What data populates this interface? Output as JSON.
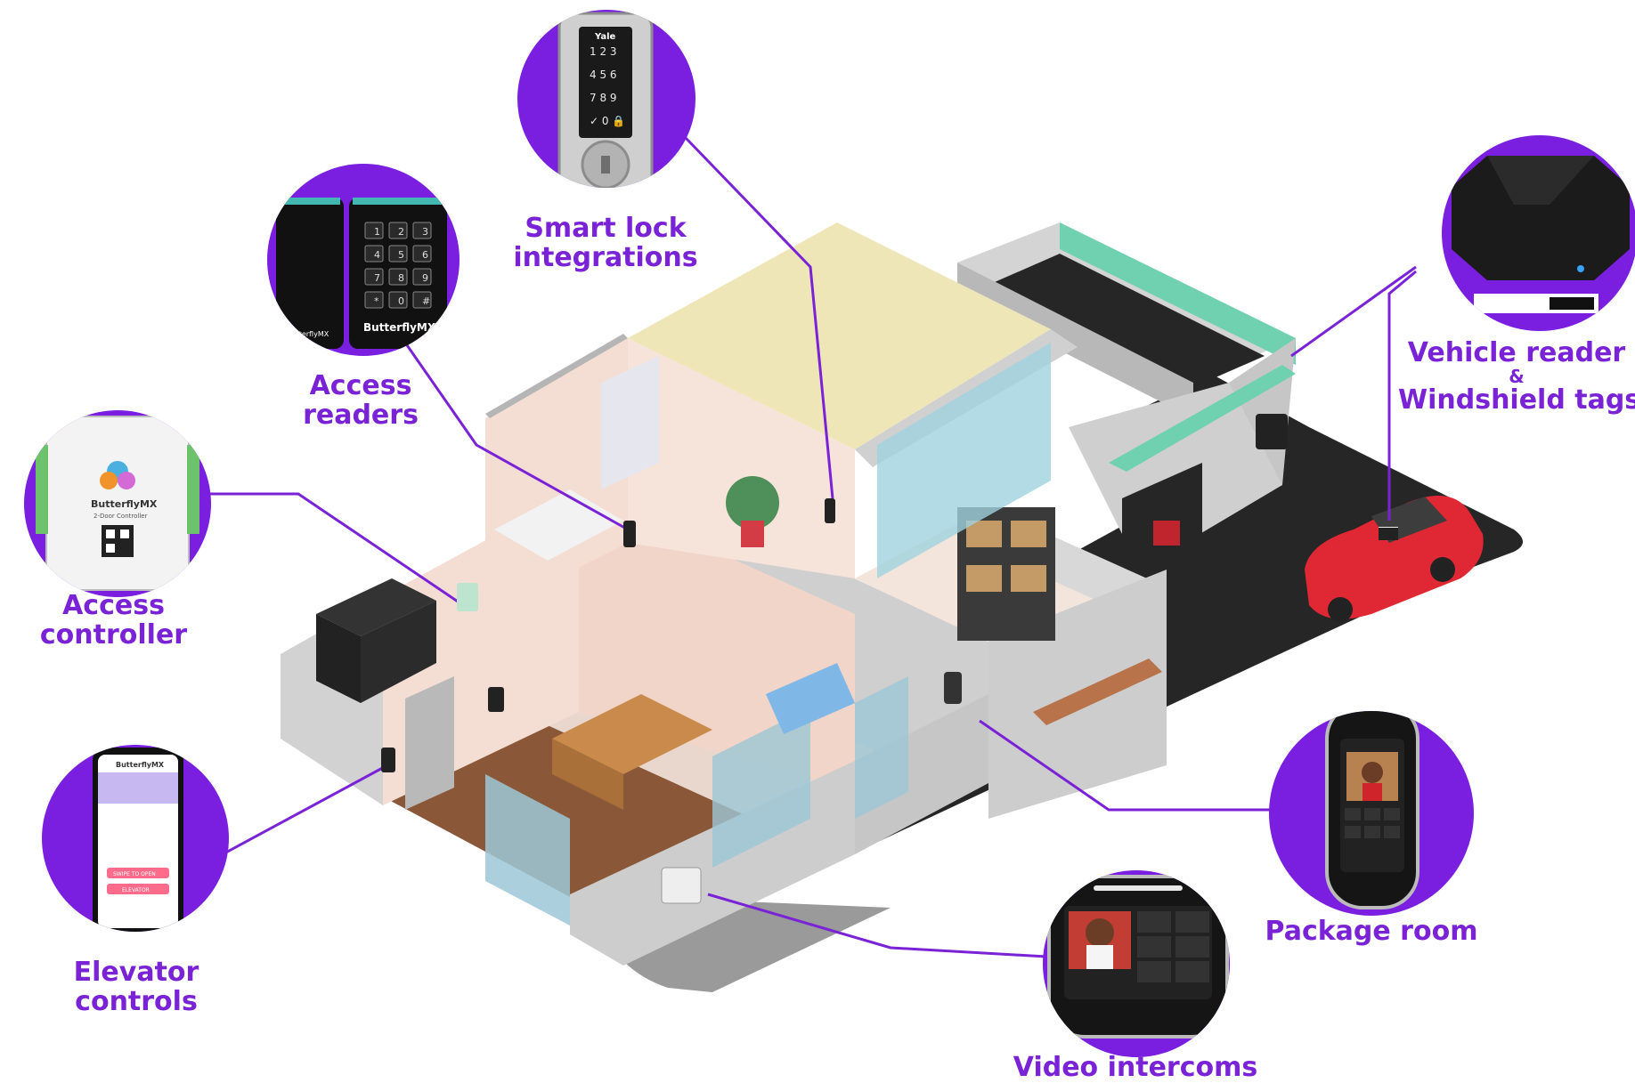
{
  "colors": {
    "accent": "#7a22d6",
    "circle": "#7a1fe0",
    "road": "#262626",
    "wall": "#cfcfcf",
    "floor_wood": "#8a5738",
    "room_pink": "#f4ddd3",
    "hedge": "#6fd1b0",
    "car": "#e02835",
    "glass": "#9cc7d6"
  },
  "callouts": {
    "smart_lock": {
      "line1": "Smart lock",
      "line2": "integrations",
      "icon": "deadbolt-keypad-lock"
    },
    "access_readers": {
      "line1": "Access",
      "line2": "readers",
      "icon": "card-reader-keypad"
    },
    "vehicle_reader": {
      "line1": "Vehicle reader",
      "amp": "&",
      "line2": "Windshield tags",
      "icon": "vehicle-reader-box"
    },
    "access_controller": {
      "line1": "Access",
      "line2": "controller",
      "icon": "door-controller-board",
      "brand": "ButterflyMX",
      "subtitle": "2-Door Controller"
    },
    "elevator_controls": {
      "line1": "Elevator",
      "line2": "controls",
      "icon": "smartphone-app",
      "app_brand": "ButterflyMX",
      "button1": "SWIPE TO OPEN",
      "button2": "ELEVATOR"
    },
    "package_room": {
      "line1": "Package room",
      "icon": "package-room-intercom"
    },
    "video_intercoms": {
      "line1": "Video intercoms",
      "icon": "video-intercom-panel"
    }
  },
  "device_brands": {
    "reader_brand": "ButterflyMX",
    "lock_brand": "Yale",
    "keypad_keys": [
      "1",
      "2",
      "3",
      "4",
      "5",
      "6",
      "7",
      "8",
      "9",
      "*",
      "0",
      "#"
    ]
  }
}
